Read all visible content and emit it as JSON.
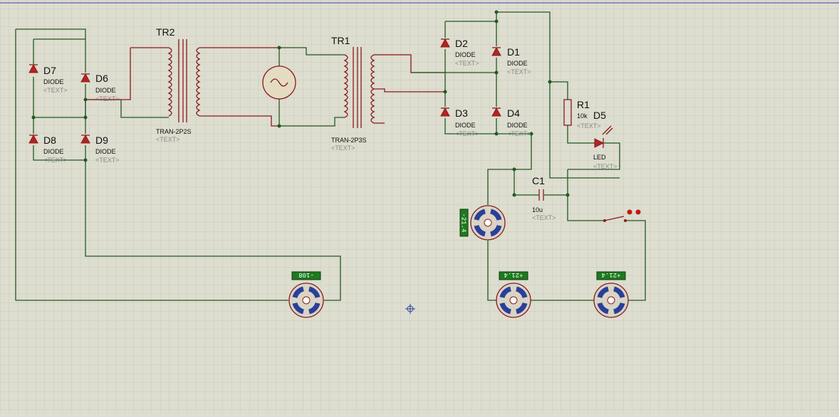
{
  "components": {
    "TR1": {
      "ref": "TR1",
      "model": "TRAN-2P3S",
      "text": "<TEXT>"
    },
    "TR2": {
      "ref": "TR2",
      "model": "TRAN-2P2S",
      "text": "<TEXT>"
    },
    "D1": {
      "ref": "D1",
      "model": "DIODE",
      "text": "<TEXT>"
    },
    "D2": {
      "ref": "D2",
      "model": "DIODE",
      "text": "<TEXT>"
    },
    "D3": {
      "ref": "D3",
      "model": "DIODE",
      "text": "<TEXT>"
    },
    "D4": {
      "ref": "D4",
      "model": "DIODE",
      "text": "<TEXT>"
    },
    "D5": {
      "ref": "D5",
      "model": "LED",
      "text": "<TEXT>"
    },
    "D6": {
      "ref": "D6",
      "model": "DIODE",
      "text": "<TEXT>"
    },
    "D7": {
      "ref": "D7",
      "model": "DIODE",
      "text": "<TEXT>"
    },
    "D8": {
      "ref": "D8",
      "model": "DIODE",
      "text": "<TEXT>"
    },
    "D9": {
      "ref": "D9",
      "model": "DIODE",
      "text": "<TEXT>"
    },
    "R1": {
      "ref": "R1",
      "value": "10k",
      "text": "<TEXT>"
    },
    "C1": {
      "ref": "C1",
      "value": "10u",
      "text": "<TEXT>"
    }
  },
  "meters": {
    "vm_left": {
      "reading": "-108"
    },
    "vm_mid_vertical": {
      "reading": "-21.4"
    },
    "vm_bottom_mid": {
      "reading": "+21.4"
    },
    "vm_bottom_right": {
      "reading": "+21.4"
    }
  },
  "colors": {
    "background": "#ddddd0",
    "grid": "#c9c9bb",
    "wire": "#1f5a1f",
    "component": "#8b1a1a",
    "meter_display": "#1e7a1e",
    "meter_arc": "#2a3f9a"
  }
}
